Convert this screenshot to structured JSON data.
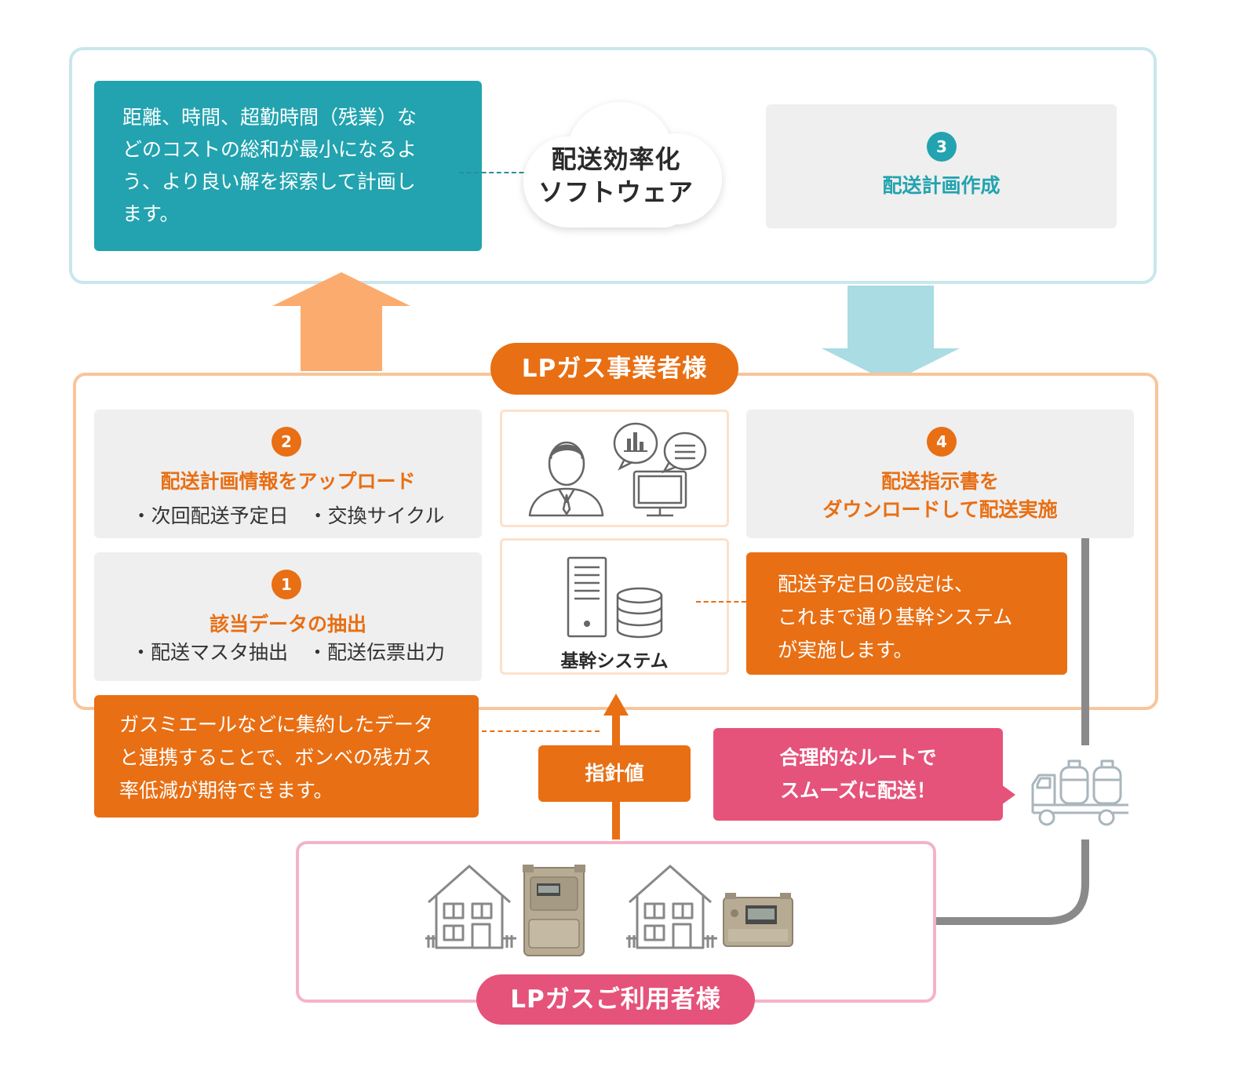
{
  "software": {
    "description_lines": [
      "距離、時間、超勤時間（残業）な",
      "どのコストの総和が最小になるよ",
      "う、より良い解を探索して計画し",
      "ます。"
    ],
    "cloud_title_lines": [
      "配送効率化",
      "ソフトウェア"
    ],
    "step3": {
      "number": "3",
      "title": "配送計画作成"
    }
  },
  "business": {
    "label": "LPガス事業者様",
    "step2": {
      "number": "2",
      "title": "配送計画情報をアップロード",
      "sub": "・次回配送予定日　・交換サイクル"
    },
    "step1": {
      "number": "1",
      "title": "該当データの抽出",
      "sub": "・配送マスタ抽出　・配送伝票出力"
    },
    "step4": {
      "number": "4",
      "title_lines": [
        "配送指示書を",
        "ダウンロードして配送実施"
      ]
    },
    "core_system_label": "基幹システム",
    "core_note_lines": [
      "配送予定日の設定は、",
      "これまで通り基幹システム",
      "が実施します。"
    ]
  },
  "bottom": {
    "data_note_lines": [
      "ガスミエールなどに集約したデータ",
      "と連携することで、ボンベの残ガス",
      "率低減が期待できます。"
    ],
    "meter_value_label": "指針値",
    "delivery_callout_lines": [
      "合理的なルートで",
      "スムーズに配送！"
    ]
  },
  "users": {
    "label": "LPガスご利用者様"
  },
  "colors": {
    "orange": "#e86f14",
    "teal": "#22a3af",
    "pink": "#e5527a",
    "light_teal": "#a9dce3",
    "light_orange": "#fcab6e",
    "gray_arrow": "#8a8a8a"
  }
}
